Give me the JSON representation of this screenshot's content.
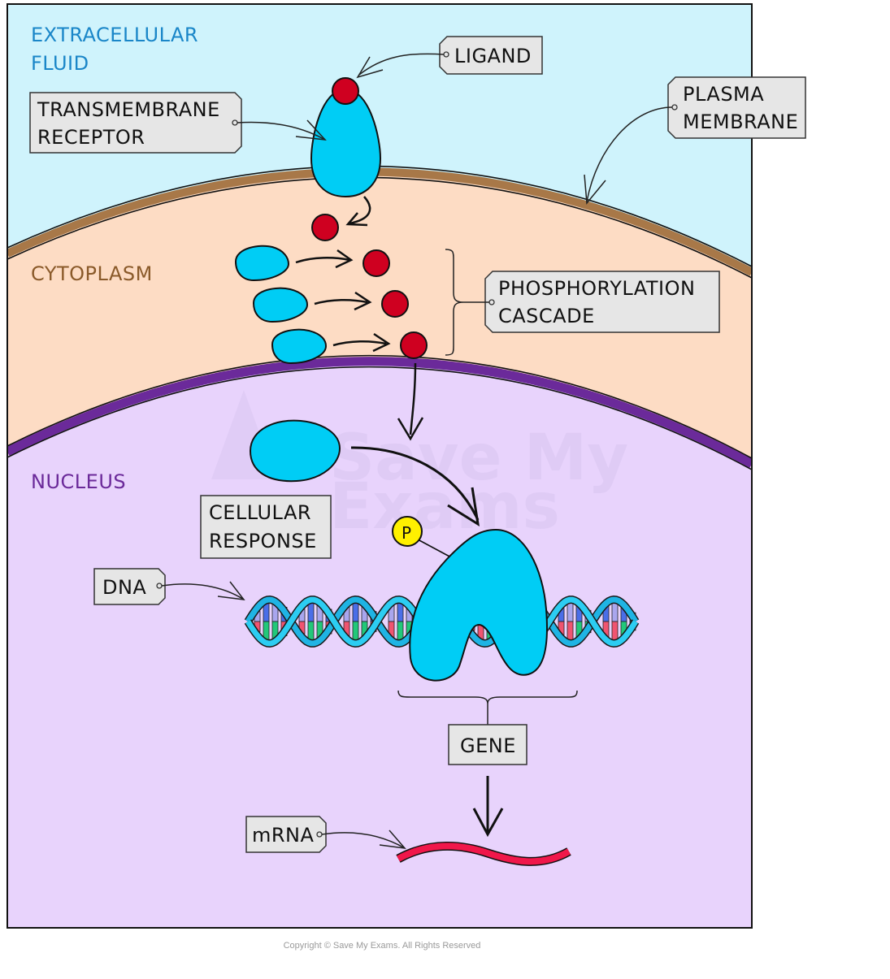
{
  "diagram": {
    "title": "Cell signalling pathway: ligand binding to gene expression",
    "regions": {
      "extracellular": {
        "line1": "EXTRACELLULAR",
        "line2": "FLUID"
      },
      "cytoplasm": "CYTOPLASM",
      "nucleus": "NUCLEUS"
    },
    "labels": {
      "ligand": "LIGAND",
      "receptor": {
        "line1": "TRANSMEMBRANE",
        "line2": "RECEPTOR"
      },
      "plasma_membrane": {
        "line1": "PLASMA",
        "line2": "MEMBRANE"
      },
      "cascade": {
        "line1": "PHOSPHORYLATION",
        "line2": "CASCADE"
      },
      "cellular_response": {
        "line1": "CELLULAR",
        "line2": "RESPONSE"
      },
      "dna": "DNA",
      "gene": "GENE",
      "mrna": "mRNA",
      "phosphate": "P"
    },
    "watermark": {
      "line1": "Save My",
      "line2": "Exams"
    },
    "copyright": "Copyright © Save My Exams. All Rights Reserved",
    "colors": {
      "extracellular": "#cff3fc",
      "cytoplasm": "#fddcc4",
      "nucleus": "#e8d3fc",
      "plasma_membrane": "#a87848",
      "nuclear_membrane": "#6b2a9a",
      "protein": "#00cdf5",
      "ligand": "#cf0020",
      "phosphate": "#fff000",
      "mrna": "#f0174a",
      "label_box": "#e6e6e6",
      "extracellular_text": "#1a86c8",
      "cytoplasm_text": "#8a5a2a",
      "nucleus_text": "#6b2a9a"
    }
  }
}
